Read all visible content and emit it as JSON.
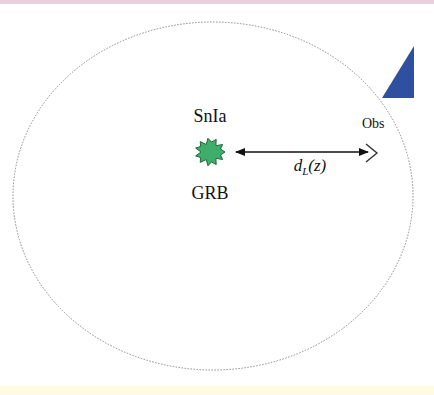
{
  "diagram": {
    "nodes": [
      {
        "text": [
          "SnIa",
          "GRB"
        ]
      },
      {
        "text": [
          "Obs"
        ]
      }
    ],
    "edges": [
      {
        "from": 0,
        "to": 1,
        "arrow": "both",
        "label": "dL(z)"
      }
    ]
  }
}
